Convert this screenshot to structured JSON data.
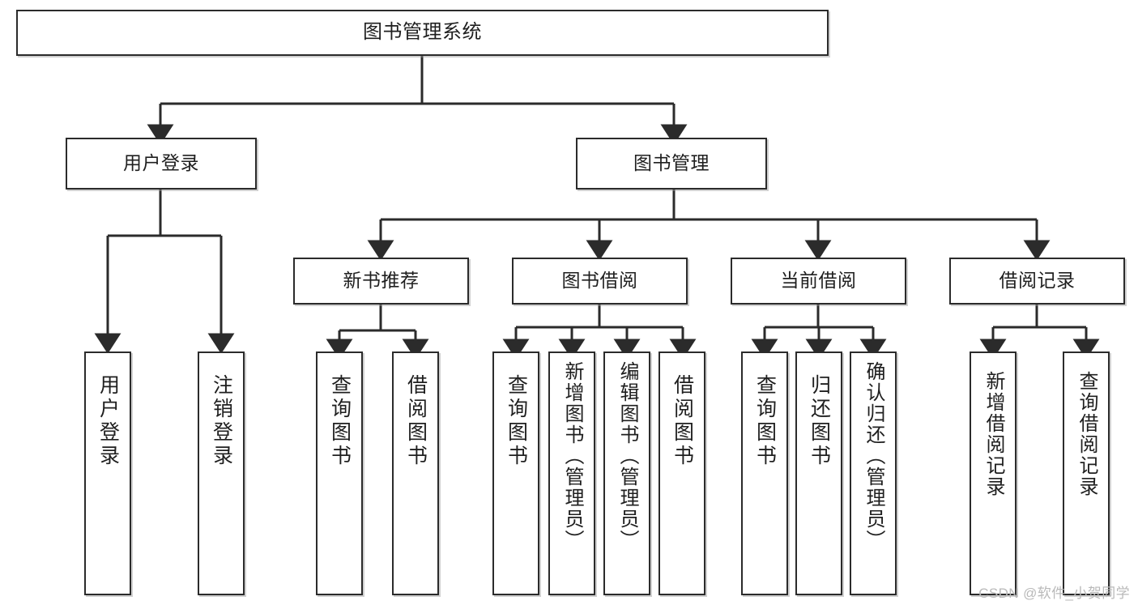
{
  "diagram": {
    "title_node": {
      "id": "root",
      "label": "图书管理系统"
    },
    "level1": [
      {
        "id": "user-login",
        "label": "用户登录"
      },
      {
        "id": "book-manage",
        "label": "图书管理"
      }
    ],
    "level2": [
      {
        "id": "new-book-recommend",
        "label": "新书推荐"
      },
      {
        "id": "book-borrow",
        "label": "图书借阅"
      },
      {
        "id": "current-borrow",
        "label": "当前借阅"
      },
      {
        "id": "borrow-record",
        "label": "借阅记录"
      }
    ],
    "leaves": [
      {
        "id": "leaf-user-login",
        "label": "用户登录",
        "parent": "user-login"
      },
      {
        "id": "leaf-logout",
        "label": "注销登录",
        "parent": "user-login"
      },
      {
        "id": "leaf-query-book-1",
        "label": "查询图书",
        "parent": "new-book-recommend"
      },
      {
        "id": "leaf-borrow-book-1",
        "label": "借阅图书",
        "parent": "new-book-recommend"
      },
      {
        "id": "leaf-query-book-2",
        "label": "查询图书",
        "parent": "book-borrow"
      },
      {
        "id": "leaf-add-book",
        "label": "新增图书（管理员）",
        "parent": "book-borrow"
      },
      {
        "id": "leaf-edit-book",
        "label": "编辑图书（管理员）",
        "parent": "book-borrow"
      },
      {
        "id": "leaf-borrow-book-2",
        "label": "借阅图书",
        "parent": "book-borrow"
      },
      {
        "id": "leaf-query-book-3",
        "label": "查询图书",
        "parent": "current-borrow"
      },
      {
        "id": "leaf-return-book",
        "label": "归还图书",
        "parent": "current-borrow"
      },
      {
        "id": "leaf-confirm-return",
        "label": "确认归还（管理员）",
        "parent": "current-borrow"
      },
      {
        "id": "leaf-add-record",
        "label": "新增借阅记录",
        "parent": "borrow-record"
      },
      {
        "id": "leaf-query-record",
        "label": "查询借阅记录",
        "parent": "borrow-record"
      }
    ],
    "colors": {
      "stroke": "#2b2b2b",
      "fill": "#ffffff",
      "text": "#1f1f1f",
      "watermark": "#b9b9b9"
    }
  },
  "watermark": {
    "text": "CSDN @软件_小贺同学"
  }
}
